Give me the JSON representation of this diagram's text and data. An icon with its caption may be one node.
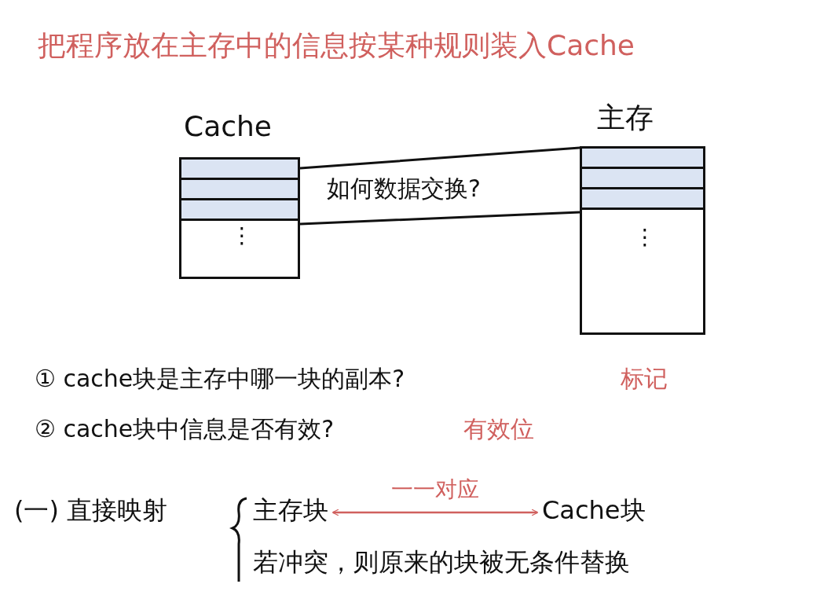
{
  "diagram": {
    "title": "把程序放在主存中的信息按某种规则装入Cache",
    "nodes": [
      {
        "text": [
          "Cache",
          "⋮"
        ]
      },
      {
        "text": [
          "主存",
          "⋮"
        ]
      },
      {
        "text": [
          "如何数据交换?"
        ]
      },
      {
        "text": [
          "主存块"
        ]
      },
      {
        "text": [
          "Cache块"
        ]
      }
    ],
    "edges": [
      {
        "from": 3,
        "to": 4,
        "arrow": "both",
        "label": "一一对应",
        "color": "#d0605e"
      }
    ],
    "labels": [
      "① cache块是主存中哪一块的副本?",
      "标记",
      "② cache块中信息是否有效?",
      "有效位",
      "(一) 直接映射",
      "若冲突，则原来的块被无条件替换"
    ]
  }
}
